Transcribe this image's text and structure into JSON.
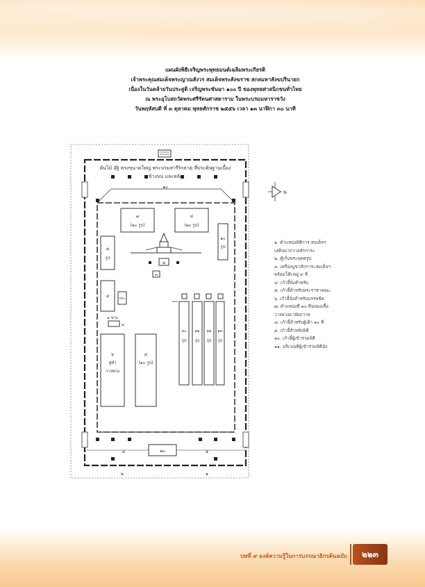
{
  "document": {
    "title_lines": [
      "แผนผังพิธีเจริญพระพุทธมนต์เฉลิมพระเกียรติ",
      "เจ้าพระคุณสมเด็จพระญาณสังวร สมเด็จพระสังฆราช สกลมหาสังฆปรินายก",
      "เนื่องในวันคล้ายวันประสูติ เจริญพระชันษา ๑๐๐ ปี ของพุทธศาสนิกชนทั่วไทย",
      "ณ พระอุโบสถวัดพระศรีรัตนศาสดาราม ในพระบรมมหาราชวัง",
      "วันพฤหัสบดี ที่ ๓ ตุลาคม พุทธศักราช ๒๕๕๖ เวลา ๑๓ นาฬิกา ๓๐ นาที"
    ]
  },
  "diagram": {
    "top_label_line1": "ต้นไม้ อัฐิ ทรงขนาดใหญ่ พระบรมสารีริกธาตุ ที่ประดิษฐานเบื้อง",
    "top_label_line2": "ข้างบน และหลัง",
    "compass_label": "N",
    "marker_top": "๑๐",
    "box_upper_left_num": "๗",
    "box_upper_left_text": "(๒๐ รูป)",
    "box_upper_right_num": "๔",
    "box_upper_right_text": "(๒๐ รูป)",
    "box_left1_num": "๘",
    "box_left1_text": "รูป",
    "box_left2_num": "๕",
    "box_small_text": "ประ",
    "box_right_num": "๑๐",
    "box_right_text": "รูป",
    "altar_num": "๒",
    "altar_sub": "๓",
    "bench_label": "๑ ขาบ",
    "bench_sub": "๒",
    "box_bl1_num": "๖",
    "box_bl1_text1": "สู่ทำ",
    "box_bl1_text2": "วางพวง",
    "box_bl2_num": "๔",
    "box_bl2_text": "(๑๐ รูป)",
    "col_labels": [
      "๑๐",
      "๑๑",
      "๑๒",
      "๑๓"
    ],
    "col_text": "รูป",
    "bottom_box": "๑๓",
    "bottom_markers": [
      "๔",
      "๕",
      "๒",
      "๑"
    ]
  },
  "legend": {
    "items": [
      "๑.  ตำแหน่งพิธีการ สมเด็จฯ",
      "     เสด็จมาถวายสักการะ",
      "๒.  ตู้เก็บพระพุทธรูป",
      "๓.  เครื่องบูชาสักการะสมเด็จฯ",
      "     พร้อมโต๊ะหมู่ ๙ ที่",
      "๔.  เก้าอี้นั่งสำหรับ",
      "๕.  เก้าอี้สำหรับพระราชาคณะ",
      "๖.  เก้าอี้นั่งสำหรับบรรพชิต",
      "๗.  ตำแหน่งที่ ๑๐ ที่ฉลองเสื้อ",
      "     วางพวงมาลัยถวาย",
      "๘.  เก้าอี้สำหรับผู้เฝ้า ๑๐ ที่",
      "๙.  เก้าอี้สำหรับพิธี",
      "๑๐. เก้าอี้ผู้เข้าร่วมพิธี",
      "๑๑. บริเวณที่ผู้เข้าร่วมพิธีนั่ง"
    ]
  },
  "footer": {
    "chapter_text": "บทที่ ๙ องค์ความรู้ในการบรรณาธิกรต้นฉบับ",
    "page_number": "๒๒๓"
  },
  "colors": {
    "accent": "#c05a1a",
    "band_top": "#fbd9ad",
    "band_bottom": "#f8c98f"
  }
}
